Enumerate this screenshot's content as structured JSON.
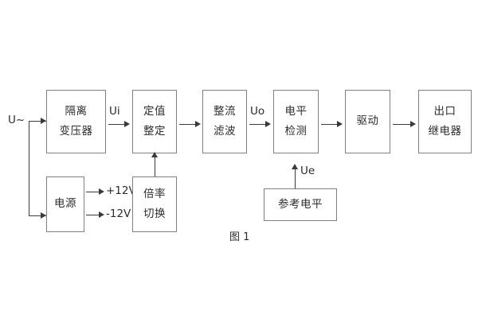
{
  "figure": {
    "caption": "图 1",
    "background_color": "#ffffff",
    "box_border_color": "#808080",
    "line_color": "#3a3a3a",
    "text_color": "#2b2b2b"
  },
  "blocks": [
    {
      "id": "isolation-transformer",
      "line1": "隔离",
      "line2": "变压器"
    },
    {
      "id": "setpoint-adjust",
      "line1": "定值",
      "line2": "整定"
    },
    {
      "id": "rectify-filter",
      "line1": "整流",
      "line2": "滤波"
    },
    {
      "id": "level-detect",
      "line1": "电平",
      "line2": "检测"
    },
    {
      "id": "drive",
      "line1": "驱动",
      "line2": ""
    },
    {
      "id": "output-relay",
      "line1": "出口",
      "line2": "继电器"
    },
    {
      "id": "power-supply",
      "line1": "电源",
      "line2": ""
    },
    {
      "id": "multiplier-switch",
      "line1": "倍率",
      "line2": "切换"
    },
    {
      "id": "reference-level",
      "line1": "参考电平",
      "line2": ""
    }
  ],
  "signals": {
    "input": "U~",
    "ui": "Ui",
    "uo": "Uo",
    "ue": "Ue",
    "rail_positive": "+12V",
    "rail_negative": "-12V"
  }
}
